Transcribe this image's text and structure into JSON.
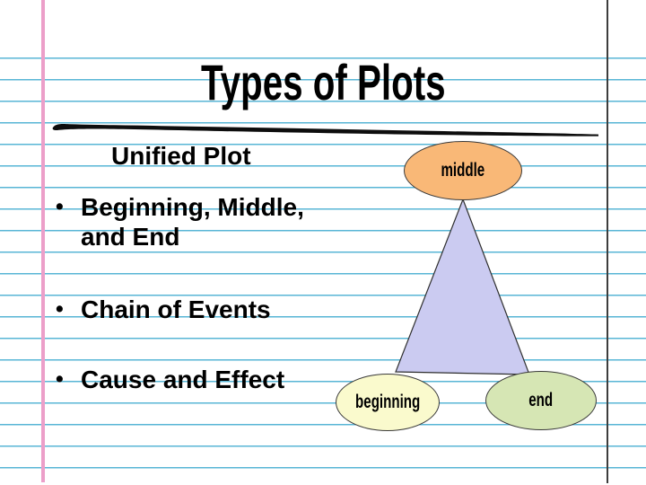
{
  "slide": {
    "title": "Types of Plots",
    "subtitle": "Unified Plot",
    "bullets": [
      {
        "marker": "•",
        "text": "Beginning, Middle, and End"
      },
      {
        "marker": "•",
        "text": "Chain of Events"
      },
      {
        "marker": "•",
        "text": "Cause and Effect"
      }
    ],
    "diagram": {
      "nodes": [
        {
          "id": "middle",
          "label": "middle",
          "fill": "#f9b877"
        },
        {
          "id": "beginning",
          "label": "beginning",
          "fill": "#fafacd"
        },
        {
          "id": "end",
          "label": "end",
          "fill": "#d6e6b4"
        }
      ],
      "triangle_fill": "#cbcbf1",
      "outline_color": "#3a3a3a"
    },
    "colors": {
      "background": "#ffffff",
      "paper_line": "#58b6d6",
      "margin_line": "#ec9fc9",
      "edge_line": "#3d3d3d",
      "ink": "#000000"
    }
  }
}
